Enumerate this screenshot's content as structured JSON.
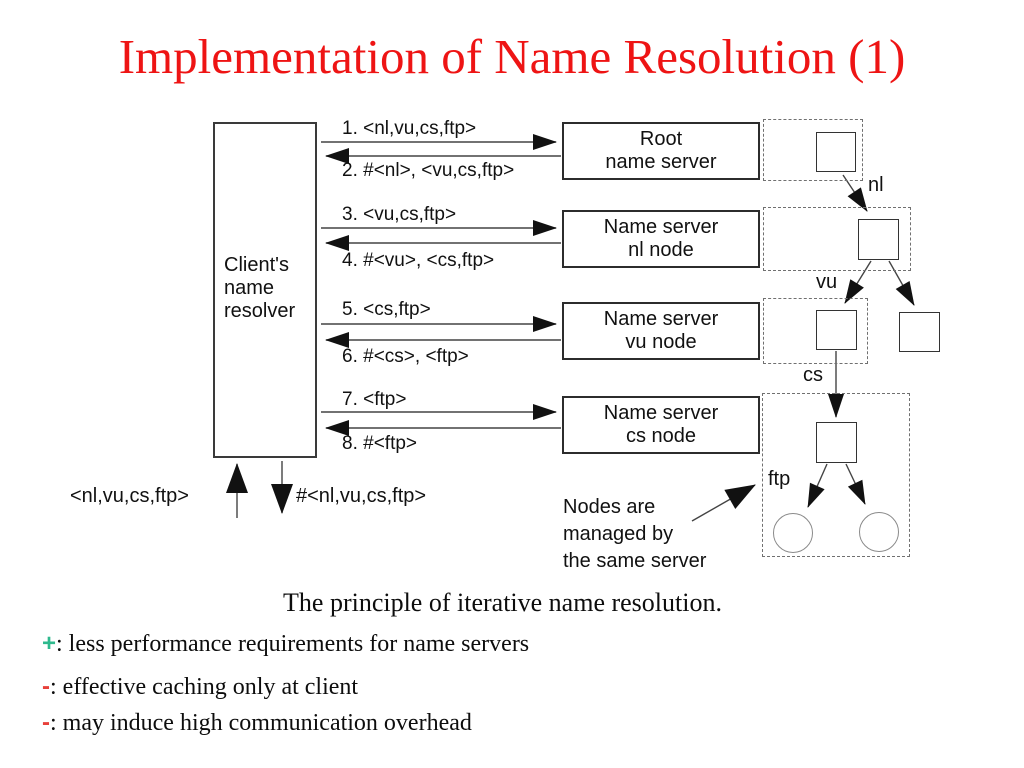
{
  "title": "Implementation of Name Resolution (1)",
  "colors": {
    "title_red": "#ee1414",
    "plus_sign": "#2eb98d",
    "minus_sign": "#e8403a"
  },
  "diagram": {
    "client_box_label": "Client's\nname\nresolver",
    "messages": [
      {
        "label": "1. <nl,vu,cs,ftp>"
      },
      {
        "label": "2. #<nl>, <vu,cs,ftp>"
      },
      {
        "label": "3. <vu,cs,ftp>"
      },
      {
        "label": "4. #<vu>, <cs,ftp>"
      },
      {
        "label": "5. <cs,ftp>"
      },
      {
        "label": "6. #<cs>, <ftp>"
      },
      {
        "label": "7. <ftp>"
      },
      {
        "label": "8. #<ftp>"
      }
    ],
    "servers": [
      {
        "label": "Root\nname server"
      },
      {
        "label": "Name server\nnl node"
      },
      {
        "label": "Name server\nvu node"
      },
      {
        "label": "Name server\ncs node"
      }
    ],
    "tree_labels": {
      "nl": "nl",
      "vu": "vu",
      "cs": "cs",
      "ftp": "ftp"
    },
    "client_input": "<nl,vu,cs,ftp>",
    "client_output": "#<nl,vu,cs,ftp>",
    "note": "Nodes are\nmanaged by\nthe same server"
  },
  "caption": "The principle of iterative name resolution.",
  "bullets": [
    {
      "sign": "+",
      "sign_color": "#2eb98d",
      "text": ": less performance requirements for name servers"
    },
    {
      "sign": "-",
      "sign_color": "#e8403a",
      "text": ": effective caching only at client"
    },
    {
      "sign": "-",
      "sign_color": "#e8403a",
      "text": ": may induce high communication overhead"
    }
  ]
}
